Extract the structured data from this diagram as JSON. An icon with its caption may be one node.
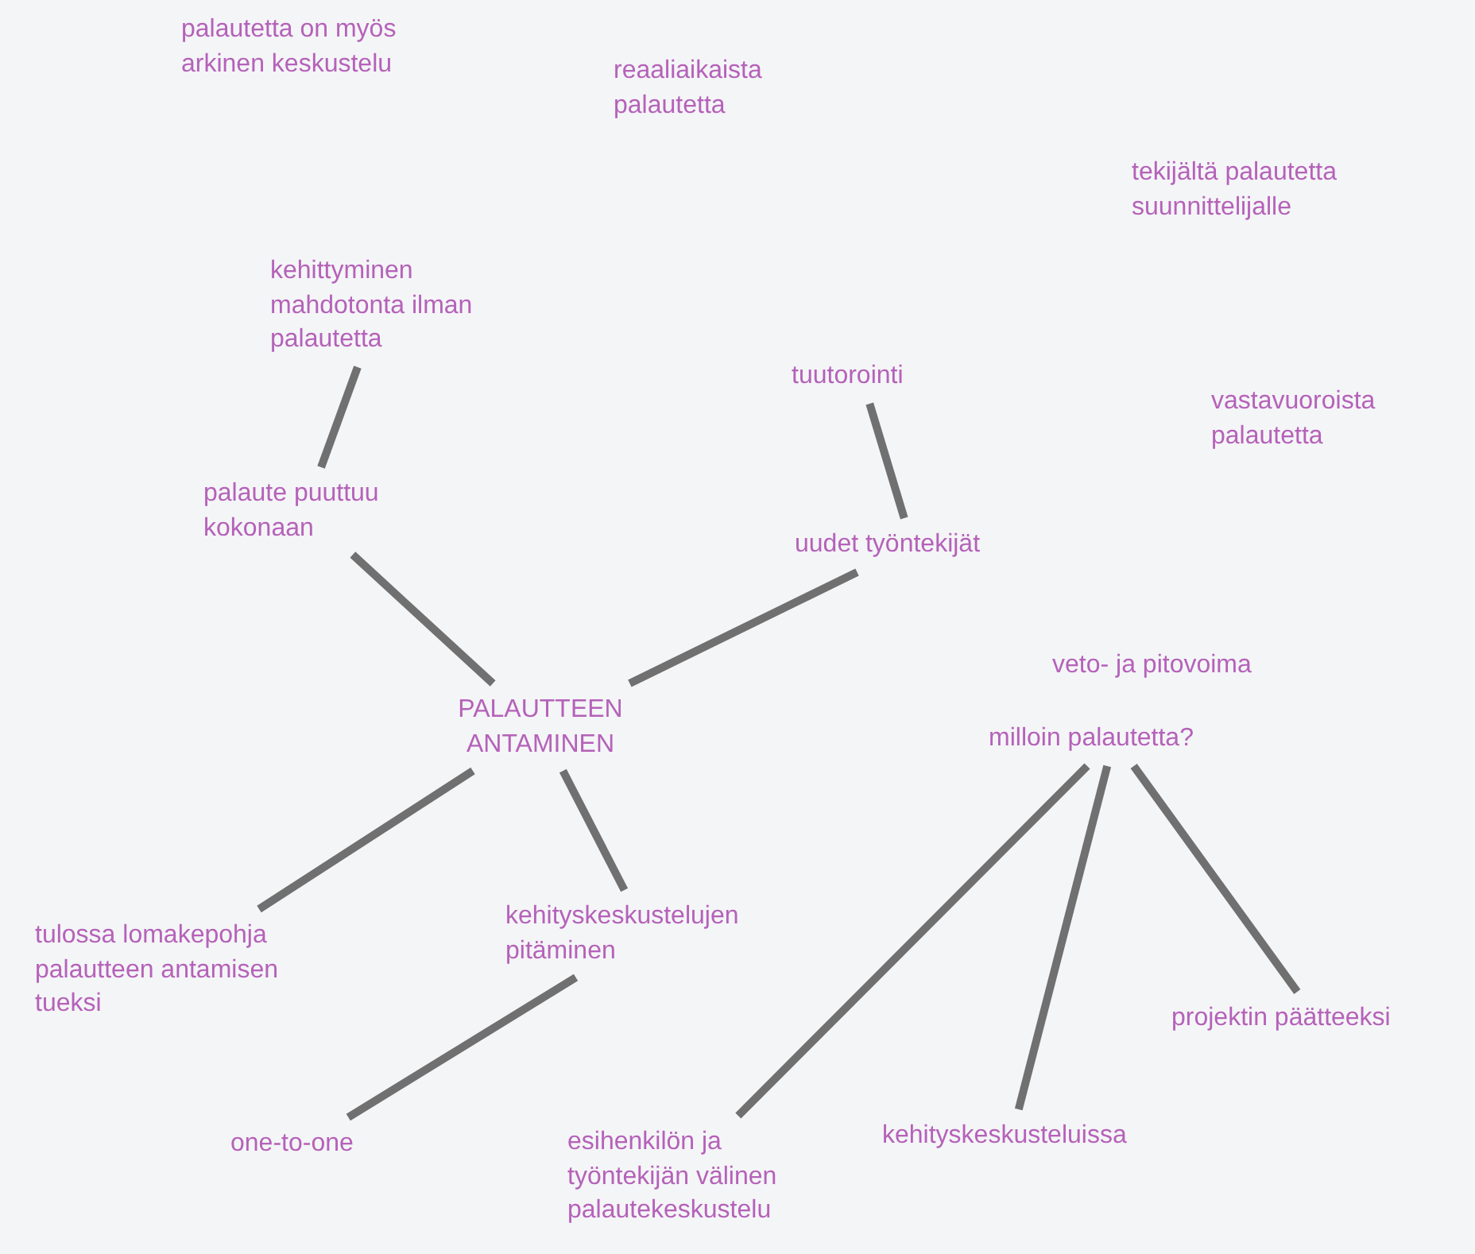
{
  "diagram": {
    "nodes": [
      {
        "text": [
          "PALAUTTEEN ANTAMINEN"
        ]
      },
      {
        "text": [
          "palaute puuttuu kokonaan"
        ]
      },
      {
        "text": [
          "kehittyminen mahdotonta ilman palautetta"
        ]
      },
      {
        "text": [
          "uudet työntekijät"
        ]
      },
      {
        "text": [
          "tuutorointi"
        ]
      },
      {
        "text": [
          "tulossa lomakepohja palautteen antamisen tueksi"
        ]
      },
      {
        "text": [
          "kehityskeskustelujen pitäminen"
        ]
      },
      {
        "text": [
          "one-to-one"
        ]
      },
      {
        "text": [
          "milloin palautetta?"
        ]
      },
      {
        "text": [
          "esihenkilön ja työntekijän välinen palautekeskustelu"
        ]
      },
      {
        "text": [
          "kehityskeskusteluissa"
        ]
      },
      {
        "text": [
          "projektin päätteeksi"
        ]
      }
    ],
    "edges": [
      {
        "from": 0,
        "to": 1,
        "arrow": "none"
      },
      {
        "from": 1,
        "to": 2,
        "arrow": "none"
      },
      {
        "from": 0,
        "to": 3,
        "arrow": "none"
      },
      {
        "from": 3,
        "to": 4,
        "arrow": "none"
      },
      {
        "from": 0,
        "to": 5,
        "arrow": "none"
      },
      {
        "from": 0,
        "to": 6,
        "arrow": "none"
      },
      {
        "from": 6,
        "to": 7,
        "arrow": "none"
      },
      {
        "from": 8,
        "to": 9,
        "arrow": "none"
      },
      {
        "from": 8,
        "to": 10,
        "arrow": "none"
      },
      {
        "from": 8,
        "to": 11,
        "arrow": "none"
      }
    ],
    "labels": [
      "palautetta on myös arkinen keskustelu",
      "reaaliaikaista palautetta",
      "tekijältä palautetta suunnittelijalle",
      "vastavuoroista palautetta",
      "veto- ja pitovoima"
    ]
  }
}
